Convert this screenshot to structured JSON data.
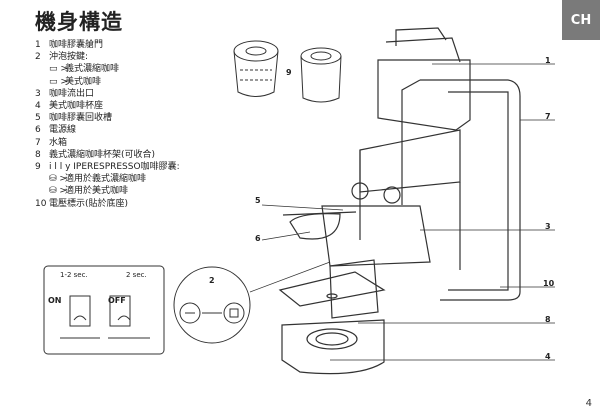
{
  "title": "機身構造",
  "lang_tab": "CH",
  "page_number": "4",
  "legend": [
    {
      "num": "1",
      "text": "咖啡膠囊艙門"
    },
    {
      "num": "2",
      "text": "沖泡按鍵:"
    },
    {
      "num": "",
      "sub": true,
      "glyph": "▭ >",
      "text": "義式濃縮咖啡"
    },
    {
      "num": "",
      "sub": true,
      "glyph": "▭ >",
      "text": "美式咖啡"
    },
    {
      "num": "3",
      "text": "咖啡流出口"
    },
    {
      "num": "4",
      "text": "美式咖啡杯座"
    },
    {
      "num": "5",
      "text": "咖啡膠囊回收槽"
    },
    {
      "num": "6",
      "text": "電源線"
    },
    {
      "num": "7",
      "text": "水箱"
    },
    {
      "num": "8",
      "text": "義式濃縮咖啡杯架(可收合)"
    },
    {
      "num": "9",
      "text": "i l l y IPERESPRESSO咖啡膠囊:"
    },
    {
      "num": "",
      "sub": true,
      "glyph": "⛁ >",
      "text": "適用於義式濃縮咖啡"
    },
    {
      "num": "",
      "sub": true,
      "glyph": "⛁ >",
      "text": "適用於美式咖啡"
    },
    {
      "num": "10",
      "text": "電壓標示(貼於底座)"
    }
  ],
  "callouts": {
    "c1": "1",
    "c7": "7",
    "c5": "5",
    "c3": "3",
    "c6": "6",
    "c10": "10",
    "c8": "8",
    "c4": "4",
    "c9": "9",
    "c2": "2"
  },
  "inset": {
    "left_timer": "1-2 sec.",
    "right_timer": "2 sec.",
    "left_label": "ON",
    "right_label": "OFF"
  }
}
